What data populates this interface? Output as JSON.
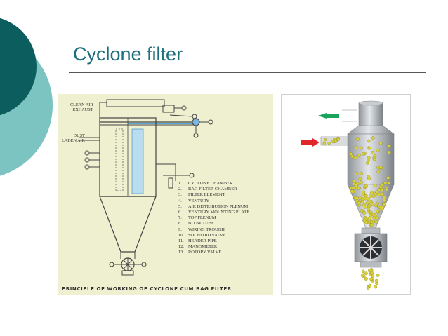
{
  "slide": {
    "title": "Cyclone filter",
    "accent_colors": [
      "#0b5d5e",
      "#7cc4c2"
    ]
  },
  "left_figure": {
    "caption": "PRINCIPLE OF WORKING OF CYCLONE CUM BAG FILTER",
    "inlet_label_top": "CLEAN AIR",
    "inlet_label_bottom": "EXHAUST",
    "dust_label_top": "DUST",
    "dust_label_bottom": "LADEN AIR",
    "legend": [
      {
        "num": "1.",
        "text": "CYCLONE CHAMBER"
      },
      {
        "num": "2.",
        "text": "BAG FILTER CHAMBER"
      },
      {
        "num": "3.",
        "text": "FILTER ELEMENT"
      },
      {
        "num": "4.",
        "text": "VENTURY"
      },
      {
        "num": "5.",
        "text": "AIR DISTRIBUTION PLENUM"
      },
      {
        "num": "6.",
        "text": "VENTURY MOUNTING PLATE"
      },
      {
        "num": "7.",
        "text": "TOP PLENUM"
      },
      {
        "num": "8.",
        "text": "BLOW TUBE"
      },
      {
        "num": "9.",
        "text": "WIRING TROUGH"
      },
      {
        "num": "10.",
        "text": "SOLENOID VALVE"
      },
      {
        "num": "11.",
        "text": "HEADER PIPE"
      },
      {
        "num": "12.",
        "text": "MANOMETER"
      },
      {
        "num": "13.",
        "text": "ROTORY VALVE"
      }
    ]
  },
  "right_figure": {
    "outlet_arrow_color": "#1aa35a",
    "inlet_arrow_color": "#e0262b",
    "particle_color": "#d9d23a"
  }
}
